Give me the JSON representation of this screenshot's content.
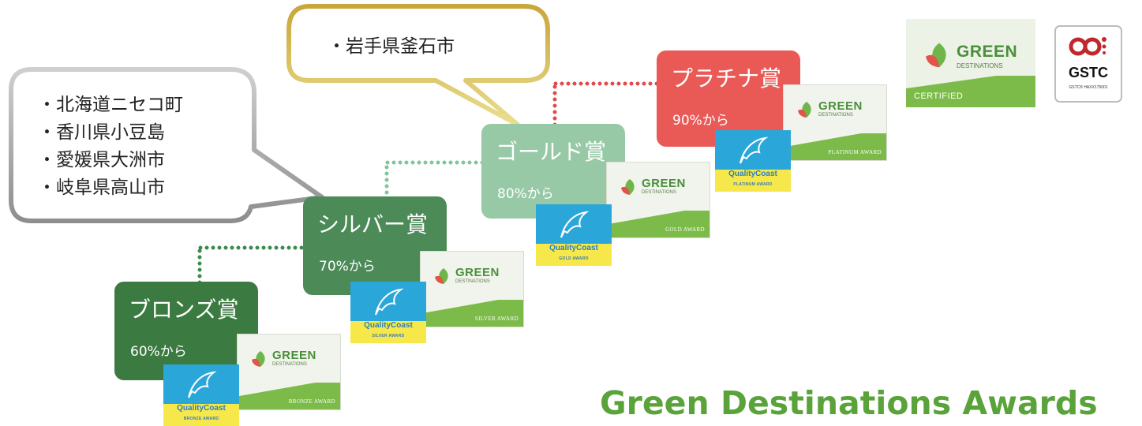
{
  "title": "Green Destinations Awards",
  "awards": [
    {
      "name": "ブロンズ賞",
      "threshold": "60%から",
      "gd_level": "BRONZE AWARD",
      "qc_level": "BRONZE AWARD",
      "color": "#3b7a40"
    },
    {
      "name": "シルバー賞",
      "threshold": "70%から",
      "gd_level": "SILVER AWARD",
      "qc_level": "SILVER AWARD",
      "color": "#4c8a58"
    },
    {
      "name": "ゴールド賞",
      "threshold": "80%から",
      "gd_level": "GOLD AWARD",
      "qc_level": "GOLD AWARD",
      "color": "#98c9a6"
    },
    {
      "name": "プラチナ賞",
      "threshold": "90%から",
      "gd_level": "PLATINUM AWARD",
      "qc_level": "PLATINUM AWARD",
      "color": "#e95a57"
    }
  ],
  "green_destinations_badge": {
    "line1": "GREEN",
    "line2": "DESTINATIONS"
  },
  "quality_coast_badge": {
    "name": "QualityCoast"
  },
  "callouts": {
    "silver": [
      "・北海道ニセコ町",
      "・香川県小豆島",
      "・愛媛県大洲市",
      "・岐阜県高山市"
    ],
    "gold": [
      "・岩手県釜石市"
    ]
  },
  "logos": {
    "gd_certified": {
      "line1": "GREEN",
      "line2": "DESTINATIONS",
      "label": "CERTIFIED"
    },
    "gstc": {
      "name": "GSTC",
      "sub": "GSTC® HAXX175001"
    }
  },
  "colors": {
    "title": "#59a33a",
    "gd_green": "#7cbb49",
    "qc_blue": "#2aa6d9",
    "qc_yellow": "#f6e84b",
    "silver_callout_border": "#a9a9a9",
    "gold_callout_border": "#d3b84a"
  }
}
